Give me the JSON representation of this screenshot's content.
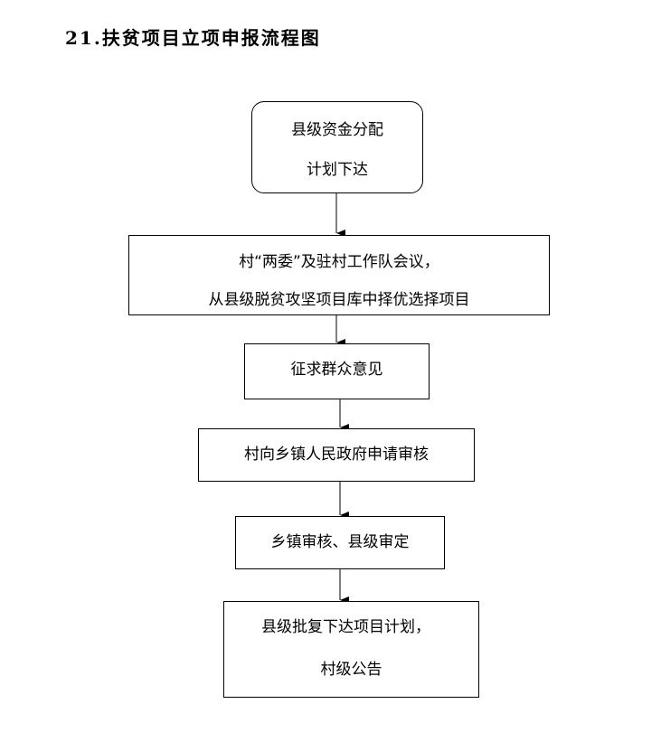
{
  "title": "21.扶贫项目立项申报流程图",
  "steps": [
    {
      "lines": [
        "县级资金分配",
        "计划下达"
      ]
    },
    {
      "lines": [
        "村“两委”及驻村工作队会议，",
        "从县级脱贫攻坚项目库中择优选择项目"
      ]
    },
    {
      "lines": [
        "征求群众意见"
      ]
    },
    {
      "lines": [
        "村向乡镇人民政府申请审核"
      ]
    },
    {
      "lines": [
        "乡镇审核、县级审定"
      ]
    },
    {
      "lines": [
        "县级批复下达项目计划，",
        "村级公告"
      ]
    }
  ]
}
